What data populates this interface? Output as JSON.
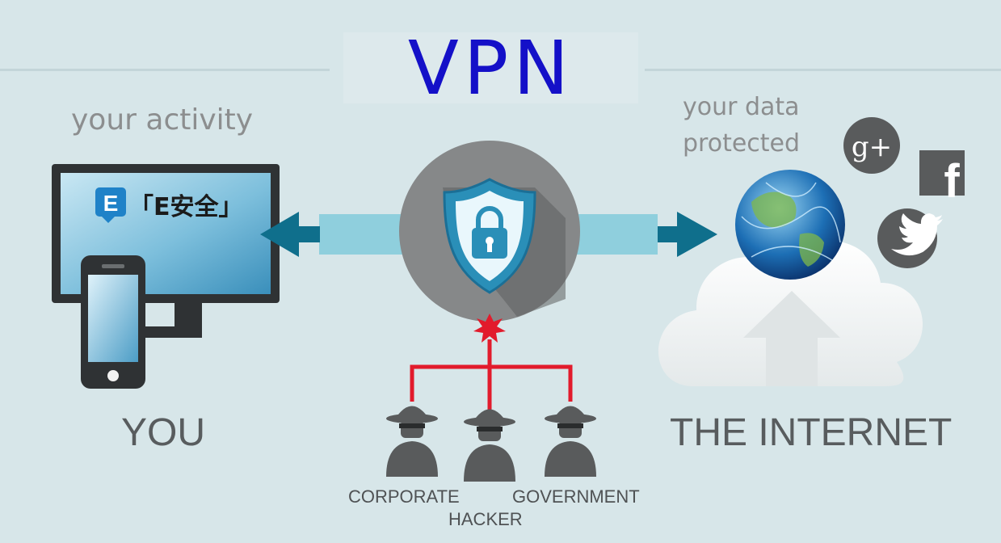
{
  "title": "VPN",
  "left": {
    "caption": "your activity",
    "label": "YOU",
    "brand_letter": "E",
    "brand_text": "「E安全」"
  },
  "right": {
    "caption_line1": "your data",
    "caption_line2": "protected",
    "label": "THE INTERNET",
    "social_icons": [
      "google-plus-icon",
      "facebook-icon",
      "twitter-icon"
    ],
    "gplus_text": "g+",
    "facebook_text": "f"
  },
  "threats": {
    "corporate": "CORPORATE",
    "hacker": "HACKER",
    "government": "GOVERNMENT"
  },
  "colors": {
    "background": "#d7e6e9",
    "title": "#1410c8",
    "arrow_dark": "#0f6f8c",
    "arrow_light": "#8fcfdd",
    "shield": "#2a8fb8",
    "threat_line": "#e21b2c",
    "icon_gray": "#595b5c"
  }
}
